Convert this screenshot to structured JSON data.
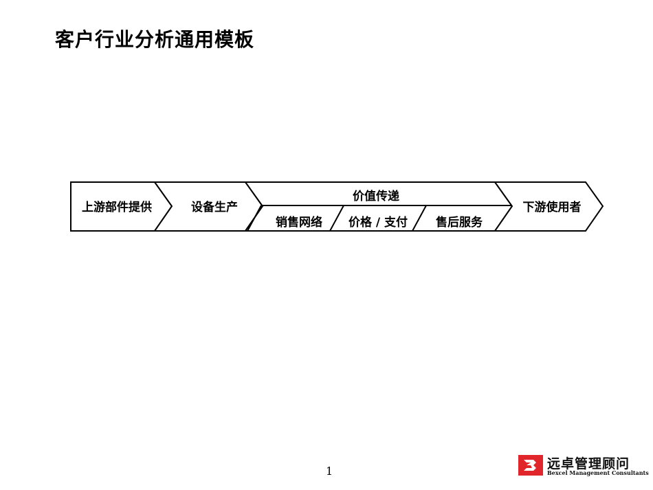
{
  "title": "客户行业分析通用模板",
  "value_chain": {
    "upstream": "上游部件提供",
    "production": "设备生产",
    "value_delivery": {
      "label": "价值传递",
      "sub_stages": [
        "销售网络",
        "价格 / 支付",
        "售后服务"
      ]
    },
    "downstream": "下游使用者"
  },
  "footer": {
    "page_number": "1",
    "logo_cn": "远卓管理顾问",
    "logo_en": "Bexcel Management Consultants",
    "logo_color": "#e0262b"
  }
}
